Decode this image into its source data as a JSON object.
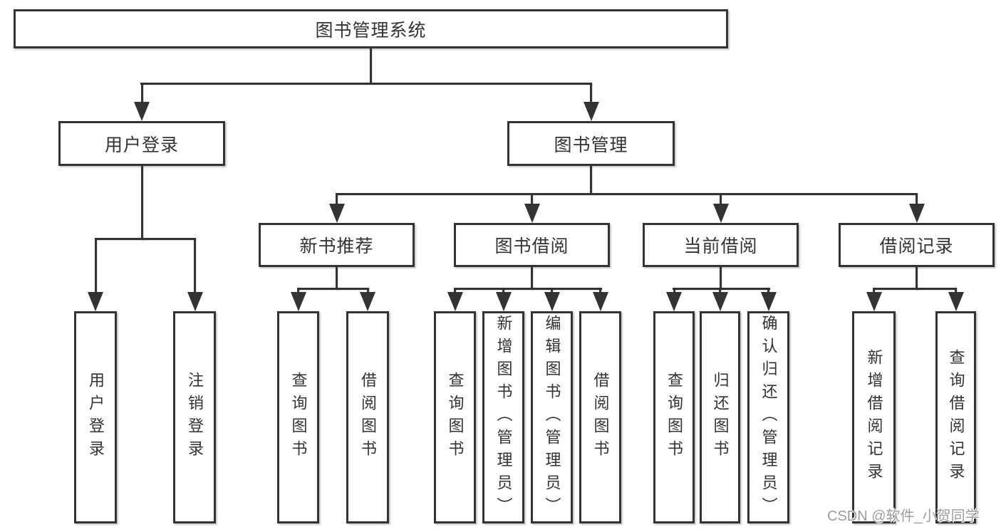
{
  "colors": {
    "stroke": "#333333",
    "background": "#ffffff",
    "box_fill": "#ffffff",
    "text": "#333333",
    "watermark_color": "#9d9d9d"
  },
  "watermark": {
    "text": "CSDN @软件_小贺同学"
  },
  "tree": {
    "root": "图书管理系统",
    "branches": [
      {
        "label": "用户登录",
        "children": [
          "用户登录",
          "注销登录"
        ]
      },
      {
        "label": "图书管理",
        "sections": [
          {
            "label": "新书推荐",
            "children": [
              "查询图书",
              "借阅图书"
            ]
          },
          {
            "label": "图书借阅",
            "children": [
              "查询图书",
              "新增图书（管理员）",
              "编辑图书（管理员）",
              "借阅图书"
            ]
          },
          {
            "label": "当前借阅",
            "children": [
              "查询图书",
              "归还图书",
              "确认归还（管理员）"
            ]
          },
          {
            "label": "借阅记录",
            "children": [
              "新增借阅记录",
              "查询借阅记录"
            ]
          }
        ]
      }
    ]
  }
}
